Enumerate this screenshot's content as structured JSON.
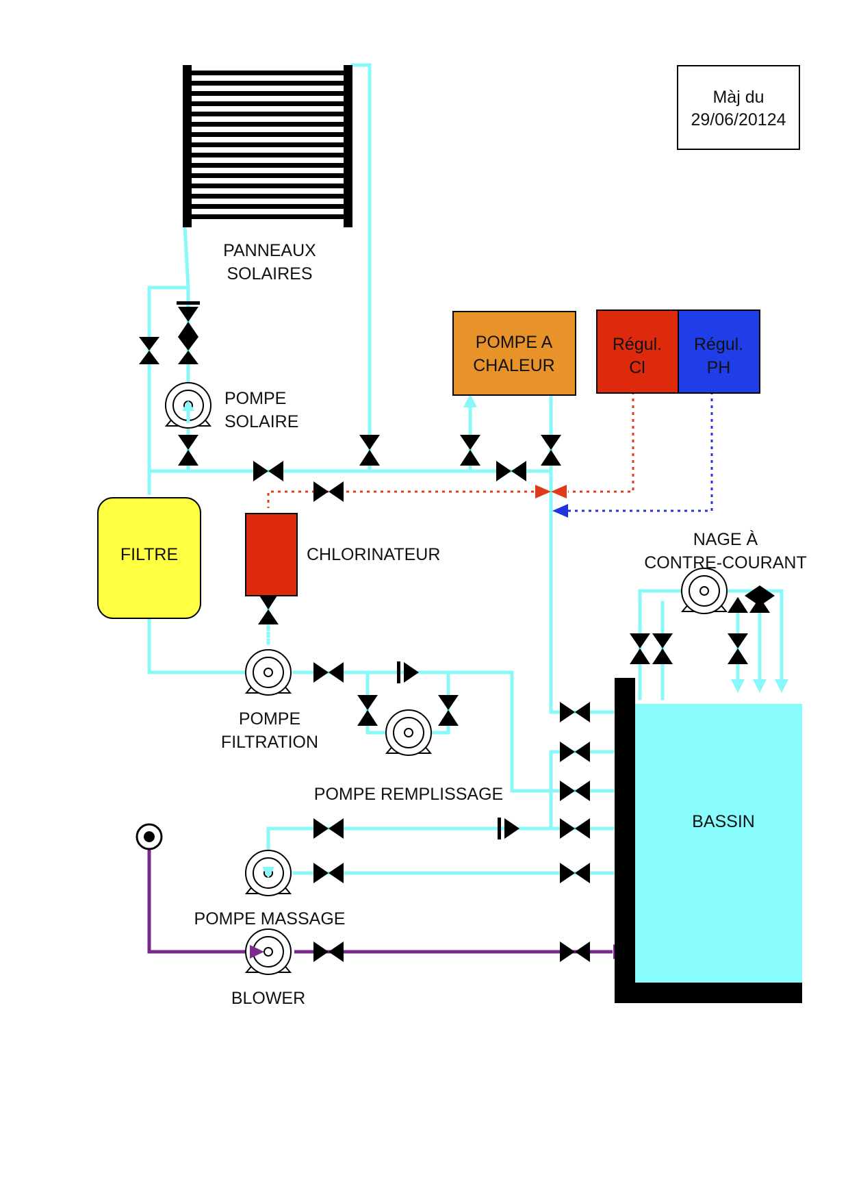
{
  "update_box": {
    "line1": "Màj du",
    "line2": "29/06/20124"
  },
  "labels": {
    "solar_panels": [
      "PANNEAUX",
      "SOLAIRES"
    ],
    "solar_pump": [
      "POMPE",
      "SOLAIRE"
    ],
    "heat_pump": [
      "POMPE A",
      "CHALEUR"
    ],
    "regul_cl": [
      "Régul.",
      "Cl"
    ],
    "regul_ph": [
      "Régul.",
      "PH"
    ],
    "filter": "FILTRE",
    "chlorinator": "CHLORINATEUR",
    "counter_current": [
      "NAGE À",
      "CONTRE-COURANT"
    ],
    "filtration_pump": [
      "POMPE",
      "FILTRATION"
    ],
    "fill_pump": "POMPE REMPLISSAGE",
    "pool": "BASSIN",
    "massage_pump": "POMPE MASSAGE",
    "blower": "BLOWER"
  },
  "colors": {
    "water_pipe": "#88f8f8",
    "air_pipe": "#7a2a8c",
    "cl_signal": "#e03a1c",
    "ph_signal": "#2233dd",
    "heat_pump": "#e8922a",
    "regul_cl": "#dd2a0c",
    "regul_ph": "#1f3ee8",
    "filter": "#ffff44",
    "chlorinator": "#dd2a0c",
    "pool": "#88fcfc",
    "valve": "#000000"
  }
}
